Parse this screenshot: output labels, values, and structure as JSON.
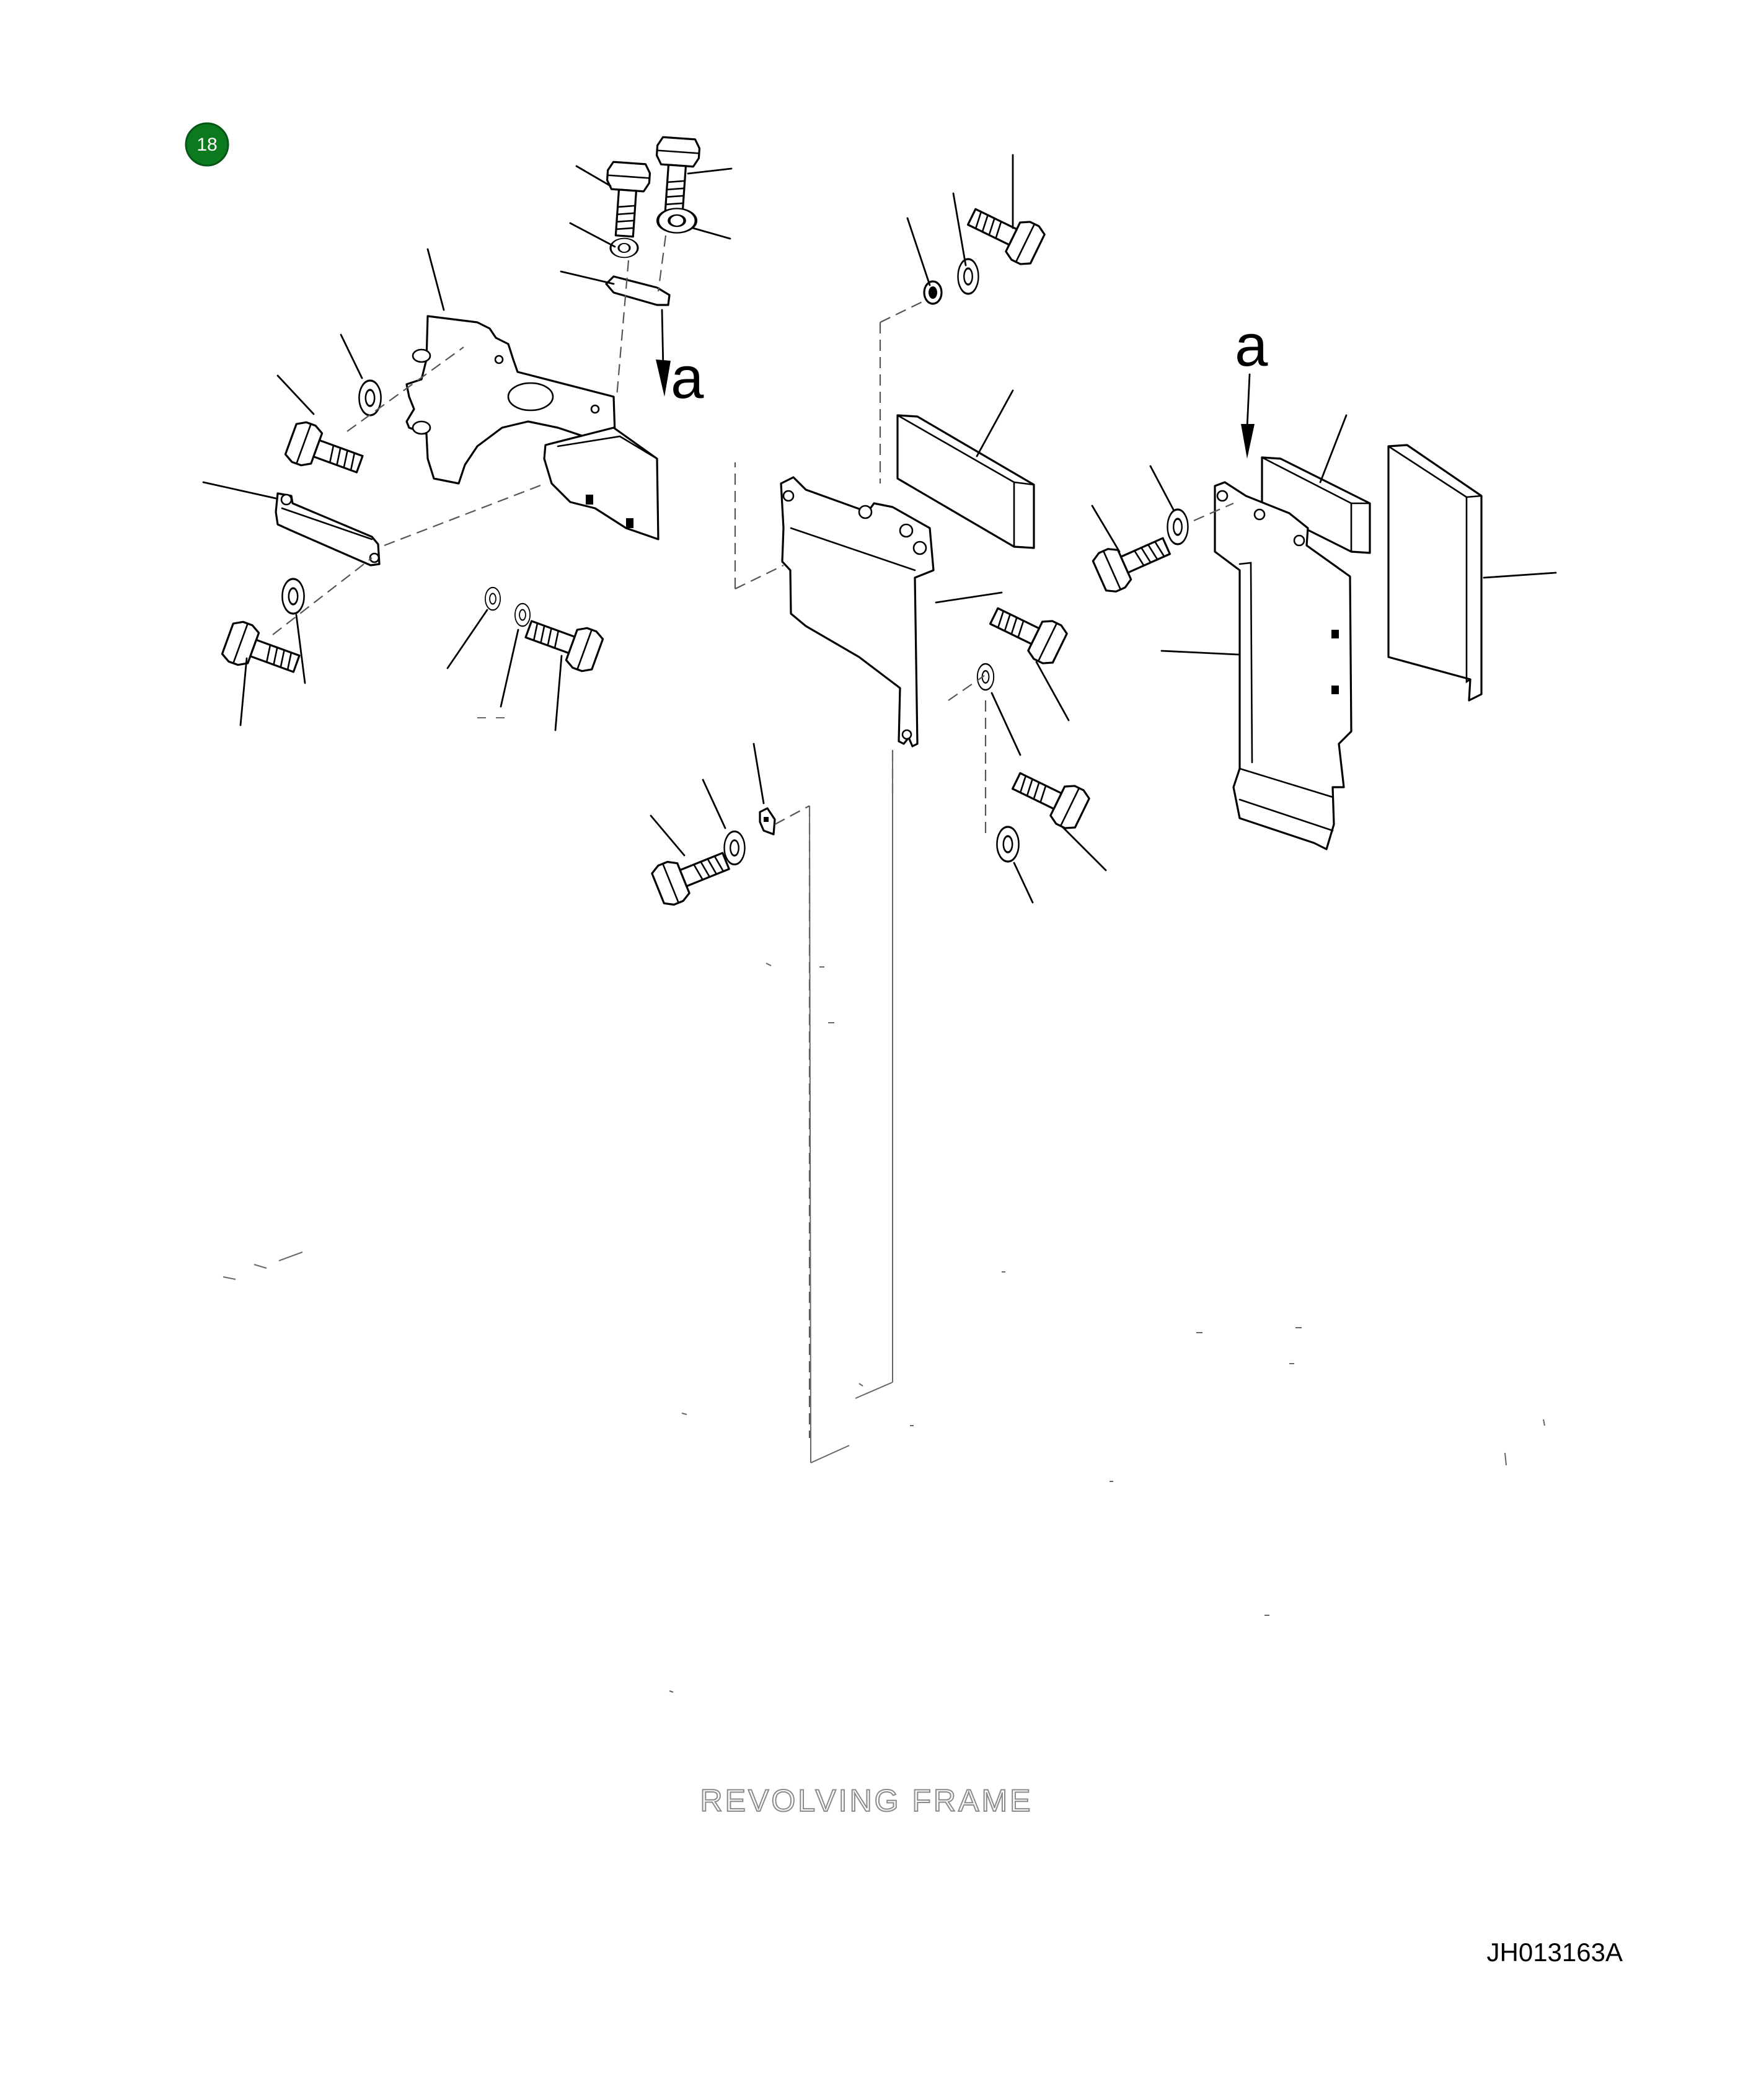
{
  "diagram": {
    "callout_number": "18",
    "view_marker": "a",
    "frame_label": "REVOLVING FRAME",
    "drawing_number": "JH013163A"
  }
}
